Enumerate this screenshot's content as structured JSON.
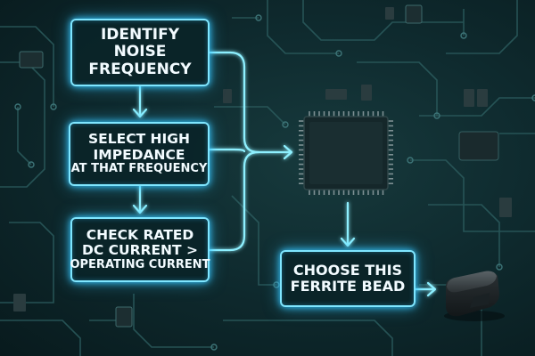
{
  "diagram": {
    "steps": [
      {
        "lines": [
          "IDENTIFY",
          "NOISE",
          "FREQUENCY"
        ]
      },
      {
        "lines": [
          "SELECT HIGH",
          "IMPEDANCE",
          "AT THAT FREQUENCY"
        ]
      },
      {
        "lines": [
          "CHECK RATED",
          "DC CURRENT >",
          "OPERATING CURRENT"
        ]
      }
    ],
    "result": {
      "lines": [
        "CHOOSE THIS",
        "FERRITE BEAD"
      ]
    }
  },
  "colors": {
    "accent": "#7fe6ff",
    "glow": "#36c6ff",
    "background": "#0f2b2f",
    "trace": "#2a5a5c",
    "chip": "#15272a"
  },
  "icons": [
    "microchip-icon",
    "ferrite-bead-icon",
    "smd-component-icon"
  ]
}
